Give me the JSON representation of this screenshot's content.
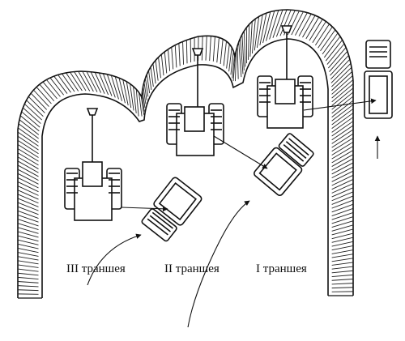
{
  "labels": {
    "trench_3": "III траншея",
    "trench_2": "II траншея",
    "trench_1": "I траншея"
  },
  "colors": {
    "ink": "#111111",
    "background": "#ffffff"
  }
}
